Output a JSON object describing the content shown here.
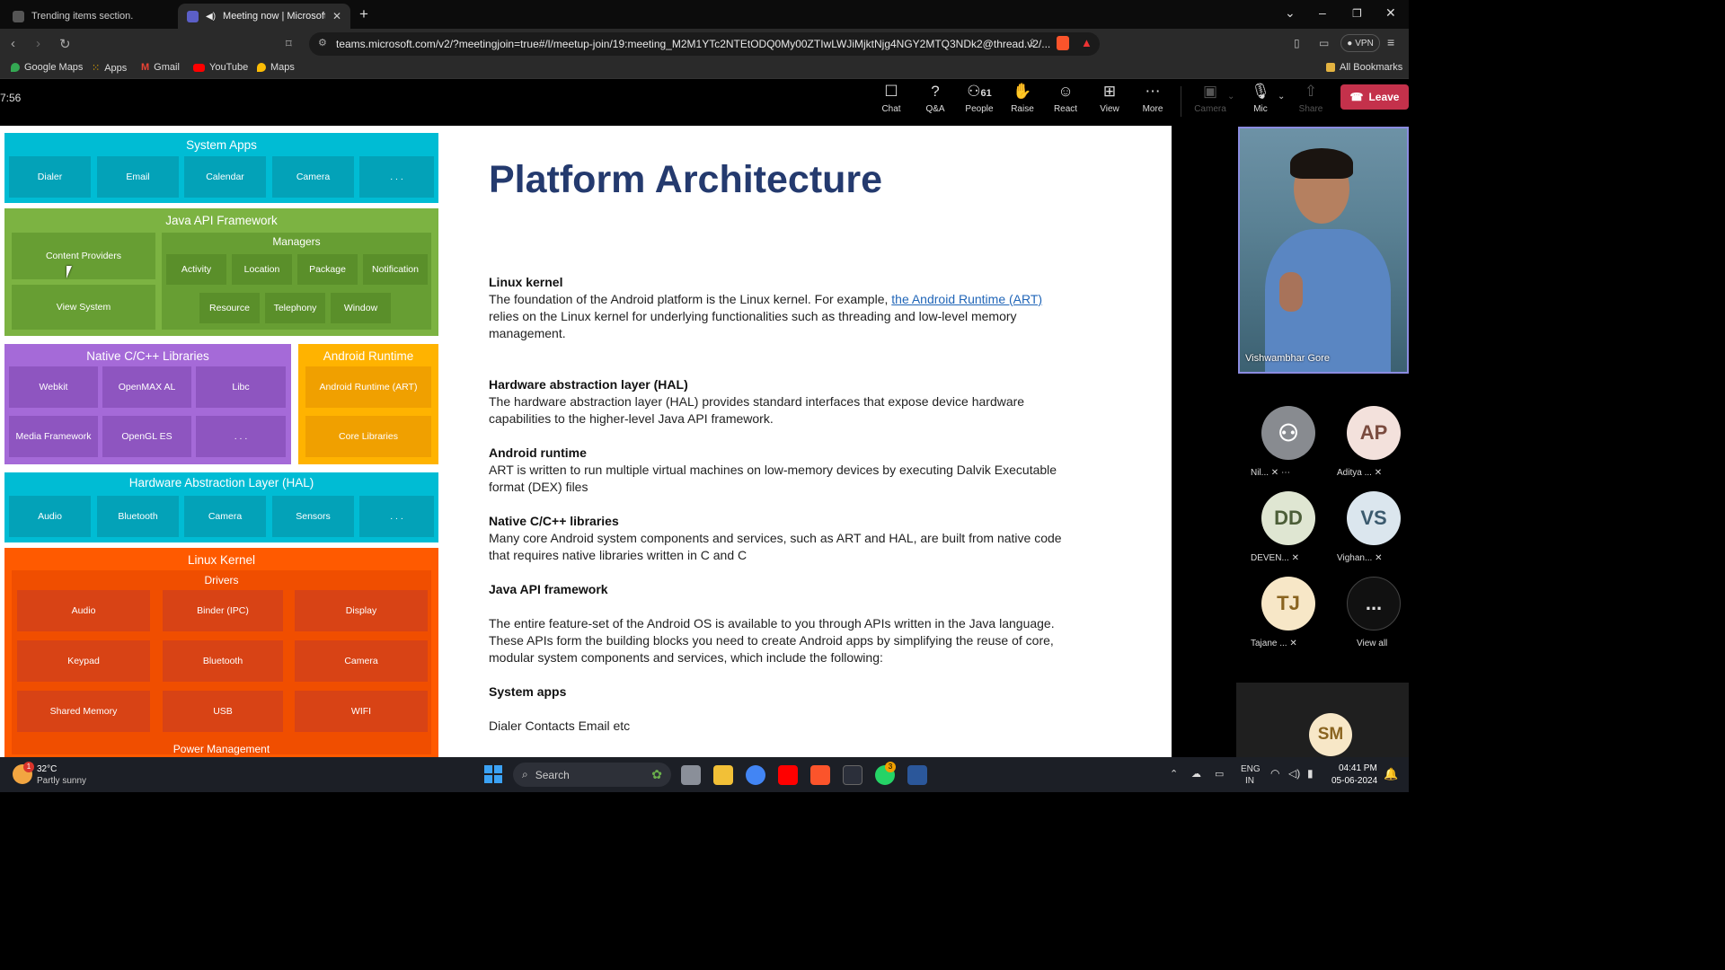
{
  "browser": {
    "tabs": [
      {
        "label": "Trending items section.",
        "active": false
      },
      {
        "label": "Meeting now | Microsoft Tea",
        "active": true
      }
    ],
    "new_tab": "+",
    "url": "teams.microsoft.com/v2/?meetingjoin=true#/l/meetup-join/19:meeting_M2M1YTc2NTEtODQ0My00ZTIwLWJiMjktNjg4NGY2MTQ3NDk2@thread.v2/...",
    "vpn_label": "VPN",
    "bookmarks": [
      "Google Maps",
      "Apps",
      "Gmail",
      "YouTube",
      "Maps"
    ],
    "all_bookmarks": "All Bookmarks"
  },
  "teams": {
    "timer": "7:56",
    "toolbar": [
      {
        "label": "Chat",
        "icon": "chat-icon"
      },
      {
        "label": "Q&A",
        "icon": "qa-icon"
      },
      {
        "label": "People",
        "icon": "people-icon",
        "count": "61"
      },
      {
        "label": "Raise",
        "icon": "raise-hand-icon"
      },
      {
        "label": "React",
        "icon": "react-icon"
      },
      {
        "label": "View",
        "icon": "view-icon"
      },
      {
        "label": "More",
        "icon": "more-icon"
      },
      {
        "label": "Camera",
        "icon": "camera-icon"
      },
      {
        "label": "Mic",
        "icon": "mic-icon"
      },
      {
        "label": "Share",
        "icon": "share-icon"
      }
    ],
    "leave_label": "Leave",
    "presenter": "Vishwambhar Gore",
    "participants": [
      {
        "initials": "",
        "name": "Nil...",
        "bg": "#888b90"
      },
      {
        "initials": "AP",
        "name": "Aditya ...",
        "bg": "#f3e1dc"
      },
      {
        "initials": "DD",
        "name": "DEVEN...",
        "bg": "#dfe6d2"
      },
      {
        "initials": "VS",
        "name": "Vighan...",
        "bg": "#dbe6ee"
      },
      {
        "initials": "TJ",
        "name": "Tajane ...",
        "bg": "#f7e7c7"
      },
      {
        "initials": "...",
        "name": "View all",
        "bg": "#111"
      }
    ],
    "bottom_participant": "SM"
  },
  "slide": {
    "title": "Platform Architecture",
    "diagram": {
      "system_apps": {
        "title": "System Apps",
        "items": [
          "Dialer",
          "Email",
          "Calendar",
          "Camera",
          ". . ."
        ]
      },
      "java_api": {
        "title": "Java API Framework",
        "content_providers": "Content Providers",
        "view_system": "View System",
        "managers_title": "Managers",
        "managers_row1": [
          "Activity",
          "Location",
          "Package",
          "Notification"
        ],
        "managers_row2": [
          "Resource",
          "Telephony",
          "Window"
        ]
      },
      "native": {
        "title": "Native C/C++ Libraries",
        "items": [
          "Webkit",
          "OpenMAX AL",
          "Libc",
          "Media Framework",
          "OpenGL ES",
          ". . ."
        ]
      },
      "runtime": {
        "title": "Android Runtime",
        "items": [
          "Android Runtime (ART)",
          "Core Libraries"
        ]
      },
      "hal": {
        "title": "Hardware Abstraction Layer (HAL)",
        "items": [
          "Audio",
          "Bluetooth",
          "Camera",
          "Sensors",
          ". . ."
        ]
      },
      "kernel": {
        "title": "Linux Kernel",
        "drivers_title": "Drivers",
        "items": [
          "Audio",
          "Binder (IPC)",
          "Display",
          "Keypad",
          "Bluetooth",
          "Camera",
          "Shared Memory",
          "USB",
          "WIFI"
        ],
        "power": "Power Management"
      }
    },
    "sections": {
      "linux_heading": "Linux kernel",
      "linux_pre": "The foundation of the Android platform is the Linux kernel. For example, ",
      "linux_link": "the Android Runtime (ART)",
      "linux_post": " relies on the Linux kernel for underlying functionalities such as threading and low-level memory management.",
      "hal_heading": "Hardware abstraction layer (HAL)",
      "hal_body": "The hardware abstraction layer (HAL) provides standard interfaces that expose device hardware capabilities to the higher-level Java API framework.",
      "art_heading": "Android runtime",
      "art_body": "ART is written to run multiple virtual machines on low-memory devices by executing Dalvik Executable format (DEX) files",
      "native_heading": "Native C/C++ libraries",
      "native_body": "Many core Android system components and services, such as ART and HAL, are built from native code that requires native libraries written in C and C",
      "java_heading": "Java API framework",
      "java_body": "The entire feature-set of the Android OS is available to you through APIs written in the Java language. These APIs form the building blocks you need to create Android apps by simplifying the reuse of core, modular system components and services, which include the following:",
      "sysapps_heading": "System apps",
      "sysapps_body": "Dialer Contacts Email etc"
    }
  },
  "taskbar": {
    "weather_temp": "32°C",
    "weather_desc": "Partly sunny",
    "weather_badge": "1",
    "search_label": "Search",
    "whatsapp_badge": "3",
    "lang": "ENG",
    "region": "IN",
    "time": "04:41 PM",
    "date": "05-06-2024"
  },
  "colors": {
    "system_apps": "#00bcd4",
    "java_api": "#7cb342",
    "native": "#a56ad8",
    "runtime": "#ffb300",
    "hal": "#00bcd4",
    "kernel": "#ff5a00",
    "leave": "#c4314b"
  }
}
